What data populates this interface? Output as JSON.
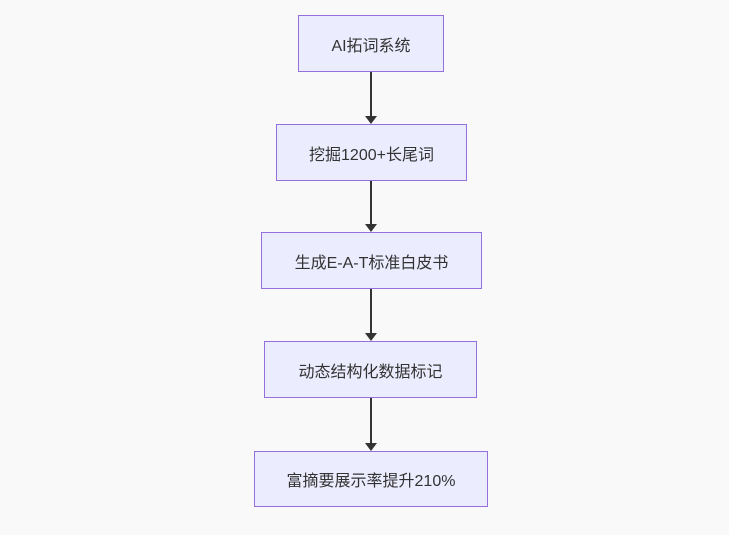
{
  "diagram": {
    "type": "flowchart",
    "direction": "top-down",
    "nodes": [
      {
        "id": "n0",
        "label": "AI拓词系统"
      },
      {
        "id": "n1",
        "label": "挖掘1200+长尾词"
      },
      {
        "id": "n2",
        "label": "生成E-A-T标准白皮书"
      },
      {
        "id": "n3",
        "label": "动态结构化数据标记"
      },
      {
        "id": "n4",
        "label": "富摘要展示率提升210%"
      }
    ],
    "edges": [
      {
        "from": "n0",
        "to": "n1"
      },
      {
        "from": "n1",
        "to": "n2"
      },
      {
        "from": "n2",
        "to": "n3"
      },
      {
        "from": "n3",
        "to": "n4"
      }
    ],
    "colors": {
      "node_fill": "#ECECFF",
      "node_border": "#9370DB",
      "text": "#333333",
      "arrow": "#333333",
      "background": "#f9f9f9"
    }
  }
}
